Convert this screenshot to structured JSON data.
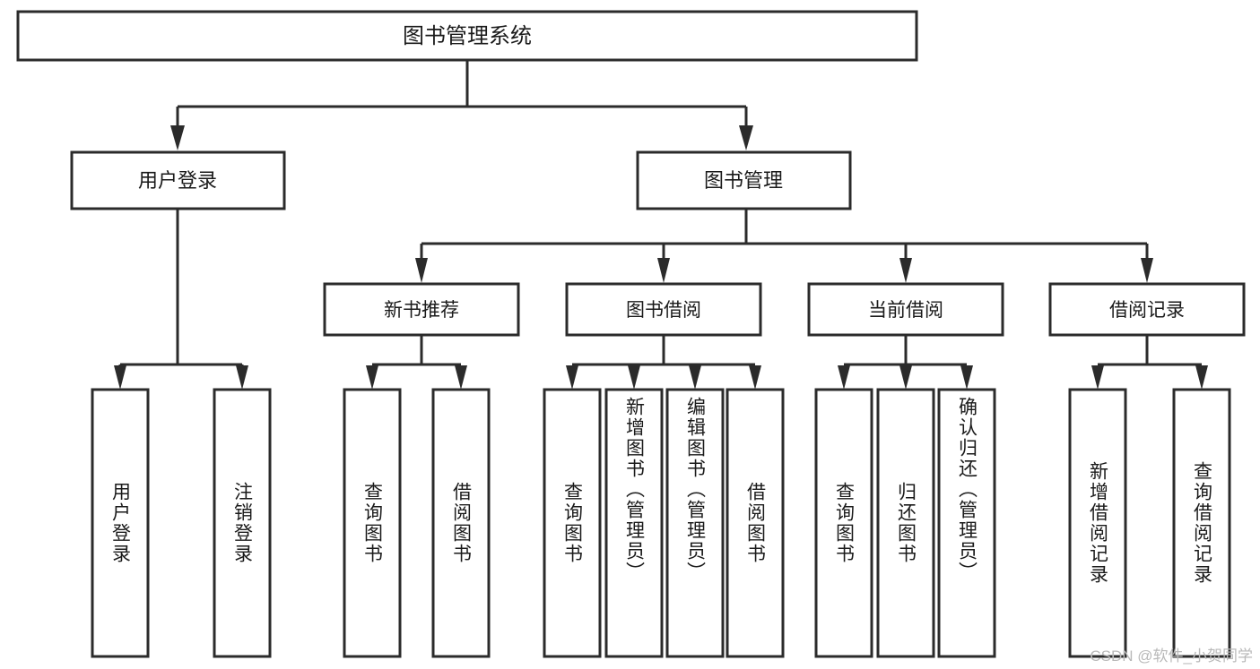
{
  "diagram": {
    "type": "tree",
    "orientation": "top-down",
    "root": {
      "id": "root",
      "label": "图书管理系统"
    },
    "level1": [
      {
        "id": "user-login",
        "label": "用户登录"
      },
      {
        "id": "book-manage",
        "label": "图书管理"
      }
    ],
    "level2": [
      {
        "id": "new-book-rec",
        "label": "新书推荐",
        "parent": "book-manage"
      },
      {
        "id": "book-borrow",
        "label": "图书借阅",
        "parent": "book-manage"
      },
      {
        "id": "current-borrow",
        "label": "当前借阅",
        "parent": "book-manage"
      },
      {
        "id": "borrow-record",
        "label": "借阅记录",
        "parent": "book-manage"
      }
    ],
    "leaves": [
      {
        "id": "leaf-user-login",
        "label": "用户登录",
        "parent": "user-login"
      },
      {
        "id": "leaf-user-logout",
        "label": "注销登录",
        "parent": "user-login"
      },
      {
        "id": "leaf-rec-query-book",
        "label": "查询图书",
        "parent": "new-book-rec"
      },
      {
        "id": "leaf-rec-borrow-book",
        "label": "借阅图书",
        "parent": "new-book-rec"
      },
      {
        "id": "leaf-borrow-query-book",
        "label": "查询图书",
        "parent": "book-borrow"
      },
      {
        "id": "leaf-borrow-add-book",
        "label": "新增图书（管理员）",
        "parent": "book-borrow"
      },
      {
        "id": "leaf-borrow-edit-book",
        "label": "编辑图书（管理员）",
        "parent": "book-borrow"
      },
      {
        "id": "leaf-borrow-borrow-book",
        "label": "借阅图书",
        "parent": "book-borrow"
      },
      {
        "id": "leaf-cur-query-book",
        "label": "查询图书",
        "parent": "current-borrow"
      },
      {
        "id": "leaf-cur-return-book",
        "label": "归还图书",
        "parent": "current-borrow"
      },
      {
        "id": "leaf-cur-confirm-return",
        "label": "确认归还（管理员）",
        "parent": "current-borrow"
      },
      {
        "id": "leaf-rec-add-record",
        "label": "新增借阅记录",
        "parent": "borrow-record"
      },
      {
        "id": "leaf-rec-query-record",
        "label": "查询借阅记录",
        "parent": "borrow-record"
      }
    ]
  },
  "watermark": {
    "text": "CSDN @软件_小贺同学"
  },
  "colors": {
    "stroke": "#2b2b2b",
    "fill": "#ffffff",
    "text": "#1a1a1a",
    "watermark": "#b9b9b9",
    "background": "#ffffff"
  }
}
